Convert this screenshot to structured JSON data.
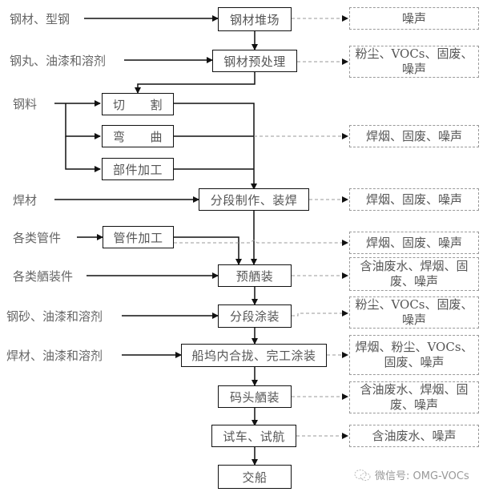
{
  "diagram": {
    "type": "process-flowchart",
    "title": "",
    "process_steps": [
      {
        "id": "s1",
        "label": "钢材堆场"
      },
      {
        "id": "s2",
        "label": "钢材预处理"
      },
      {
        "id": "s3a",
        "label": "切　　割"
      },
      {
        "id": "s3b",
        "label": "弯　　曲"
      },
      {
        "id": "s3c",
        "label": "部件加工"
      },
      {
        "id": "s4",
        "label": "分段制作、装焊"
      },
      {
        "id": "s4p",
        "label": "管件加工"
      },
      {
        "id": "s5",
        "label": "预舾装"
      },
      {
        "id": "s6",
        "label": "分段涂装"
      },
      {
        "id": "s7",
        "label": "船坞内合拢、完工涂装"
      },
      {
        "id": "s8",
        "label": "码头舾装"
      },
      {
        "id": "s9",
        "label": "试车、试航"
      },
      {
        "id": "s10",
        "label": "交船"
      }
    ],
    "inputs": [
      {
        "target": "s1",
        "label": "钢材、型钢"
      },
      {
        "target": "s2",
        "label": "钢丸、油漆和溶剂"
      },
      {
        "target": "s3",
        "label": "钢料"
      },
      {
        "target": "s4",
        "label": "焊材"
      },
      {
        "target": "s4p",
        "label": "各类管件"
      },
      {
        "target": "s5",
        "label": "各类舾装件"
      },
      {
        "target": "s6",
        "label": "钢砂、油漆和溶剂"
      },
      {
        "target": "s7",
        "label": "焊材、油漆和溶剂"
      }
    ],
    "emissions": [
      {
        "source": "s1",
        "label": "噪声"
      },
      {
        "source": "s2",
        "label": "粉尘、VOCs、固废、噪声"
      },
      {
        "source": "s3",
        "label": "焊烟、固废、噪声"
      },
      {
        "source": "s4",
        "label": "焊烟、固废、噪声"
      },
      {
        "source": "s4p",
        "label": "焊烟、固废、噪声"
      },
      {
        "source": "s5",
        "label": "含油废水、焊烟、固废、噪声"
      },
      {
        "source": "s6",
        "label": "粉尘、VOCs、固废、噪声"
      },
      {
        "source": "s7",
        "label": "焊烟、粉尘、VOCs、固废、噪声"
      },
      {
        "source": "s8",
        "label": "含油废水、焊烟、固废、噪声"
      },
      {
        "source": "s9",
        "label": "含油废水、噪声"
      }
    ],
    "colors": {
      "process_border": "#111111",
      "emission_border": "#999999",
      "text": "#555555"
    }
  },
  "watermark": {
    "icon": "wechat-icon",
    "label": "微信号: OMG-VOCs"
  }
}
